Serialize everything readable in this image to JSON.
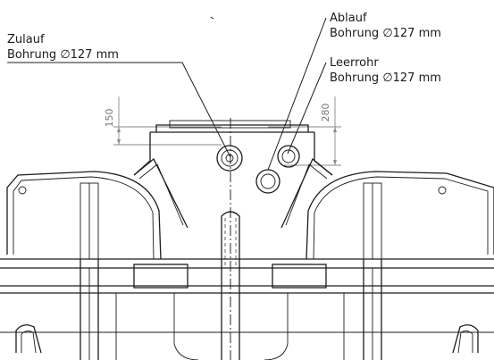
{
  "labels": {
    "zulauf": {
      "title": "Zulauf",
      "spec": "Bohrung ∅127 mm"
    },
    "ablauf": {
      "title": "Ablauf",
      "spec": "Bohrung ∅127 mm"
    },
    "leerrohr": {
      "title": "Leerrohr",
      "spec": "Bohrung ∅127 mm"
    }
  },
  "dimensions": {
    "zulauf_height": "150",
    "ablauf_height": "280"
  }
}
